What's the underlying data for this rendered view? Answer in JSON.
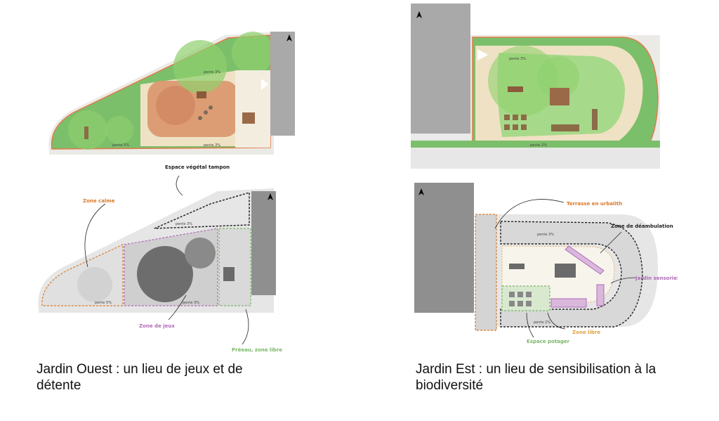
{
  "west": {
    "caption_line1": "Jardin Ouest : un lieu de jeux et de",
    "caption_line2": "détente",
    "plan_labels": {
      "slope_top": "pente 3%",
      "slope_left": "pente 5%",
      "slope_bottom": "pente 3%"
    },
    "zones": {
      "buffer": "Espace végétal tampon",
      "calm": "Zone calme",
      "games": "Zone de jeux",
      "meadow": "Préeau, zone libre"
    },
    "zone_plan_labels": {
      "slope_top": "pente 3%",
      "slope_left": "pente 5%",
      "slope_bottom": "pente 3%"
    }
  },
  "east": {
    "caption_line1": "Jardin Est : un lieu de sensibilisation à la",
    "caption_line2": "biodiversité",
    "plan_labels": {
      "slope_top": "pente 3%",
      "slope_bottom": "pente 2%"
    },
    "zones": {
      "terrace": "Terrasse en urbalith",
      "wander": "Zone de déambulation",
      "sensory": "Jardin sensoriel",
      "free": "Zone libre",
      "vegetable": "Espace potager"
    },
    "zone_plan_labels": {
      "slope_top": "pente 3%",
      "slope_bottom": "pente 2%"
    }
  },
  "colors": {
    "calm": "#d67a2a",
    "games": "#b06ab8",
    "meadow": "#7ab867",
    "buffer": "#222222",
    "grass": "#7cbf6a",
    "sand": "#efe2c4",
    "play": "#d99066"
  },
  "icons": [
    "north-arrow-icon"
  ]
}
